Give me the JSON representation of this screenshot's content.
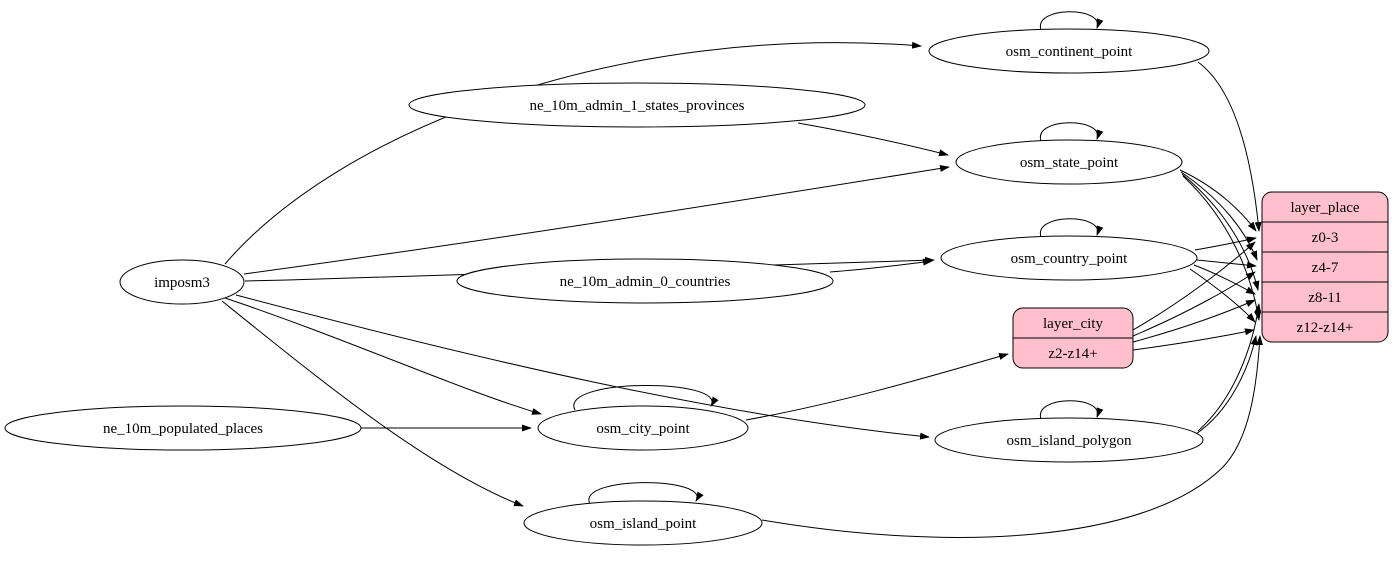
{
  "diagram": {
    "type": "etl-graph",
    "background": "#ffffff",
    "colors": {
      "node_fill": "#ffffff",
      "node_stroke": "#000000",
      "record_fill": "#ffc0cb",
      "edge": "#000000"
    },
    "nodes": {
      "imposm3": "imposm3",
      "ne_10m_admin_1_states_provinces": "ne_10m_admin_1_states_provinces",
      "ne_10m_admin_0_countries": "ne_10m_admin_0_countries",
      "ne_10m_populated_places": "ne_10m_populated_places",
      "osm_continent_point": "osm_continent_point",
      "osm_state_point": "osm_state_point",
      "osm_country_point": "osm_country_point",
      "osm_city_point": "osm_city_point",
      "osm_island_polygon": "osm_island_polygon",
      "osm_island_point": "osm_island_point"
    },
    "records": {
      "layer_place": {
        "title": "layer_place",
        "rows": [
          "z0-3",
          "z4-7",
          "z8-11",
          "z12-z14+"
        ]
      },
      "layer_city": {
        "title": "layer_city",
        "rows": [
          "z2-z14+"
        ]
      }
    },
    "edges": [
      {
        "from": "imposm3",
        "to": "osm_continent_point"
      },
      {
        "from": "imposm3",
        "to": "osm_state_point"
      },
      {
        "from": "imposm3",
        "to": "osm_country_point"
      },
      {
        "from": "imposm3",
        "to": "osm_city_point"
      },
      {
        "from": "imposm3",
        "to": "osm_island_polygon"
      },
      {
        "from": "imposm3",
        "to": "osm_island_point"
      },
      {
        "from": "ne_10m_admin_1_states_provinces",
        "to": "osm_state_point"
      },
      {
        "from": "ne_10m_admin_0_countries",
        "to": "osm_country_point"
      },
      {
        "from": "ne_10m_populated_places",
        "to": "osm_city_point"
      },
      {
        "from": "osm_continent_point",
        "to": "osm_continent_point"
      },
      {
        "from": "osm_state_point",
        "to": "osm_state_point"
      },
      {
        "from": "osm_country_point",
        "to": "osm_country_point"
      },
      {
        "from": "osm_city_point",
        "to": "osm_city_point"
      },
      {
        "from": "osm_island_polygon",
        "to": "osm_island_polygon"
      },
      {
        "from": "osm_island_point",
        "to": "osm_island_point"
      },
      {
        "from": "osm_city_point",
        "to": "layer_city:z2-z14+"
      },
      {
        "from": "osm_continent_point",
        "to": "layer_place:z0-3"
      },
      {
        "from": "osm_country_point",
        "to": "layer_place:z0-3"
      },
      {
        "from": "osm_country_point",
        "to": "layer_place:z4-7"
      },
      {
        "from": "osm_country_point",
        "to": "layer_place:z8-11"
      },
      {
        "from": "osm_country_point",
        "to": "layer_place:z12-z14+"
      },
      {
        "from": "osm_state_point",
        "to": "layer_place:z0-3"
      },
      {
        "from": "osm_state_point",
        "to": "layer_place:z4-7"
      },
      {
        "from": "osm_state_point",
        "to": "layer_place:z8-11"
      },
      {
        "from": "osm_state_point",
        "to": "layer_place:z12-z14+"
      },
      {
        "from": "layer_city",
        "to": "layer_place:z0-3"
      },
      {
        "from": "layer_city",
        "to": "layer_place:z4-7"
      },
      {
        "from": "layer_city",
        "to": "layer_place:z8-11"
      },
      {
        "from": "layer_city",
        "to": "layer_place:z12-z14+"
      },
      {
        "from": "osm_island_polygon",
        "to": "layer_place:z8-11"
      },
      {
        "from": "osm_island_polygon",
        "to": "layer_place:z12-z14+"
      },
      {
        "from": "osm_island_point",
        "to": "layer_place:z12-z14+"
      }
    ]
  }
}
